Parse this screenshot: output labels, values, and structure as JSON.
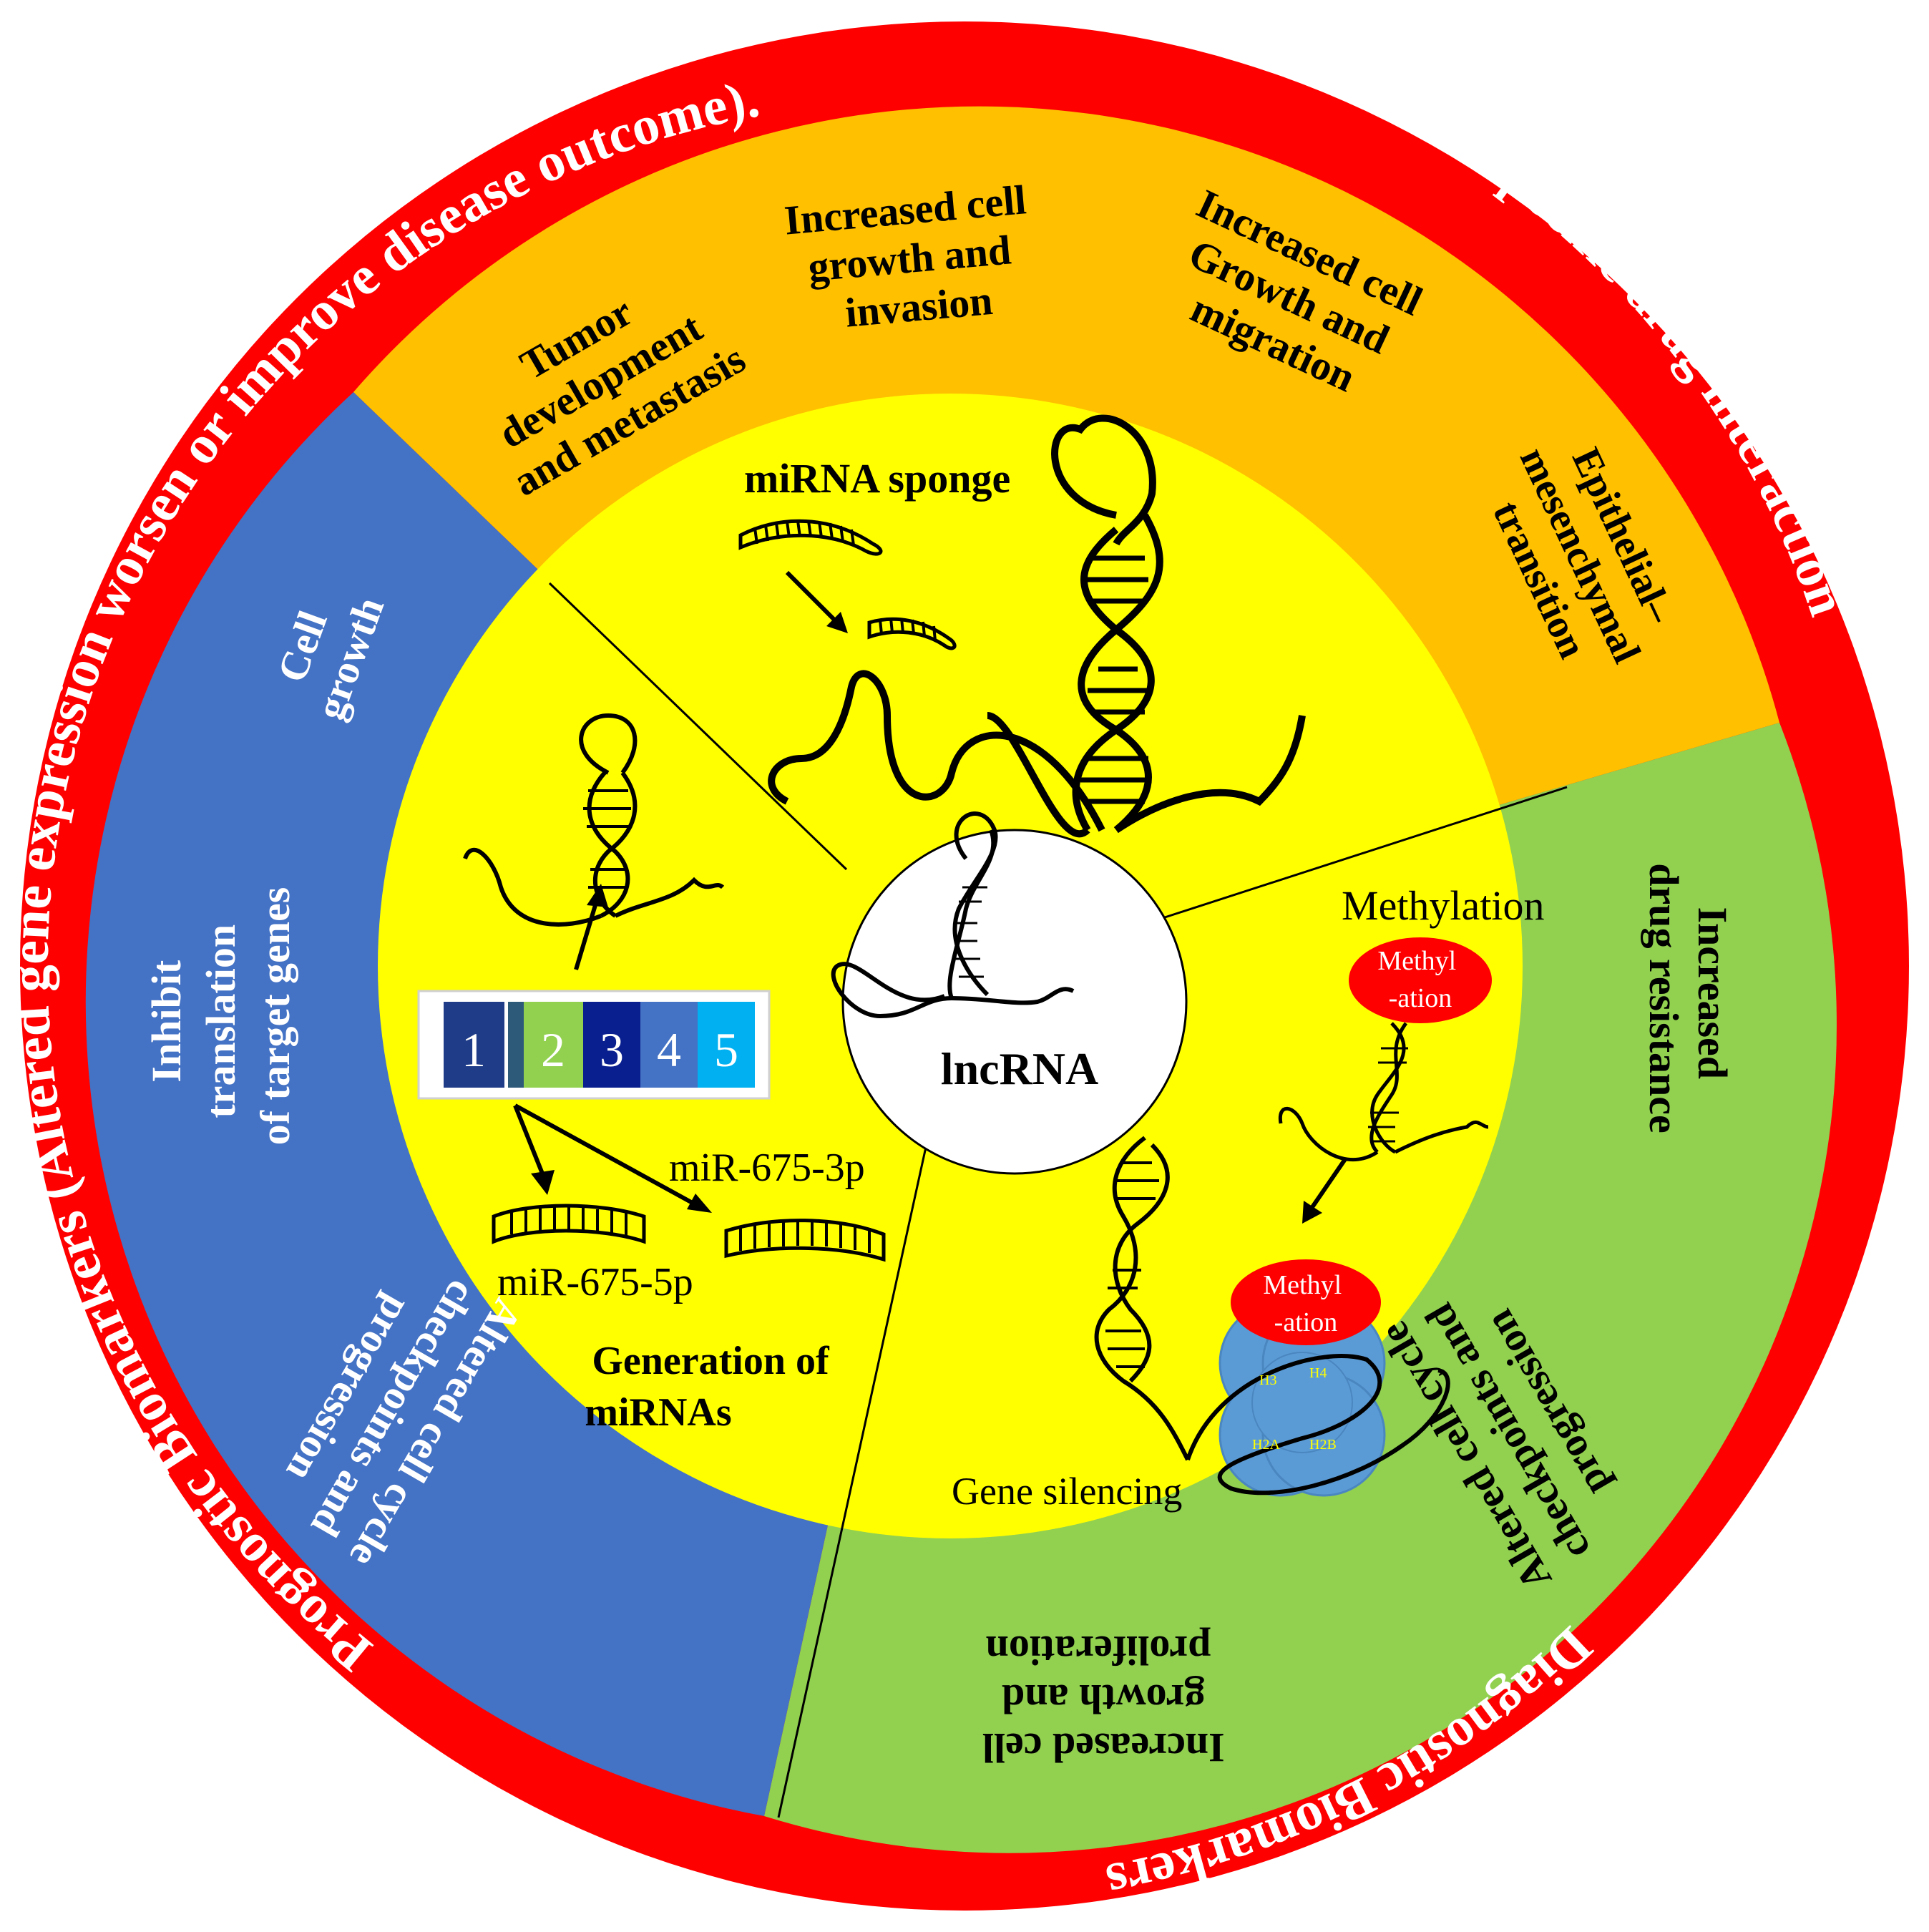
{
  "colors": {
    "outer_ring": "#ff0000",
    "orange_band": "#ffc000",
    "blue_band": "#4472c4",
    "green_band": "#92d050",
    "core": "#ffff00",
    "center": "#ffffff",
    "methyl_oval": "#ff0000",
    "histone": "#5b9bd5"
  },
  "center": {
    "label": "lncRNA"
  },
  "outer_ring": {
    "left_arc": "Prognostic Biomarkers (Altered gene expression worsen or improve disease outcome).",
    "right_arc": "Specific drug interaction",
    "bottom_arc": "Diagnostic Biomarkers"
  },
  "orange_band": {
    "items": [
      [
        "Tumor",
        "development",
        "and metastasis"
      ],
      [
        "Increased cell",
        "growth and",
        "invasion"
      ],
      [
        "Increased cell",
        "Growth and",
        "migration"
      ],
      [
        "Epithelial–",
        "mesenchymal",
        "transition"
      ]
    ]
  },
  "blue_band": {
    "items": [
      [
        "Cell",
        "growth"
      ],
      [
        "Inhibit",
        "translation",
        "of target  genes"
      ],
      [
        "Altered cell cycle",
        "checkpoints and",
        "progression"
      ]
    ]
  },
  "green_band": {
    "items": [
      [
        "Increased",
        "drug resistance"
      ],
      [
        "Altered cell cycle",
        "checkpoints and",
        "progression"
      ],
      [
        "Increased cell",
        "growth and",
        "proliferation"
      ]
    ]
  },
  "core": {
    "sponge_label": "miRNA sponge",
    "generation_label": [
      "Generation of",
      "miRNAs"
    ],
    "mir_3p": "miR-675-3p",
    "mir_5p": "miR-675-5p",
    "exons": [
      "1",
      "2",
      "3",
      "4",
      "5"
    ],
    "methylation_label": "Methylation",
    "methyl_oval": [
      "Methyl",
      "-ation"
    ],
    "histones": [
      "H3",
      "H4",
      "H2A",
      "H2B"
    ],
    "silencing_label": "Gene silencing"
  }
}
